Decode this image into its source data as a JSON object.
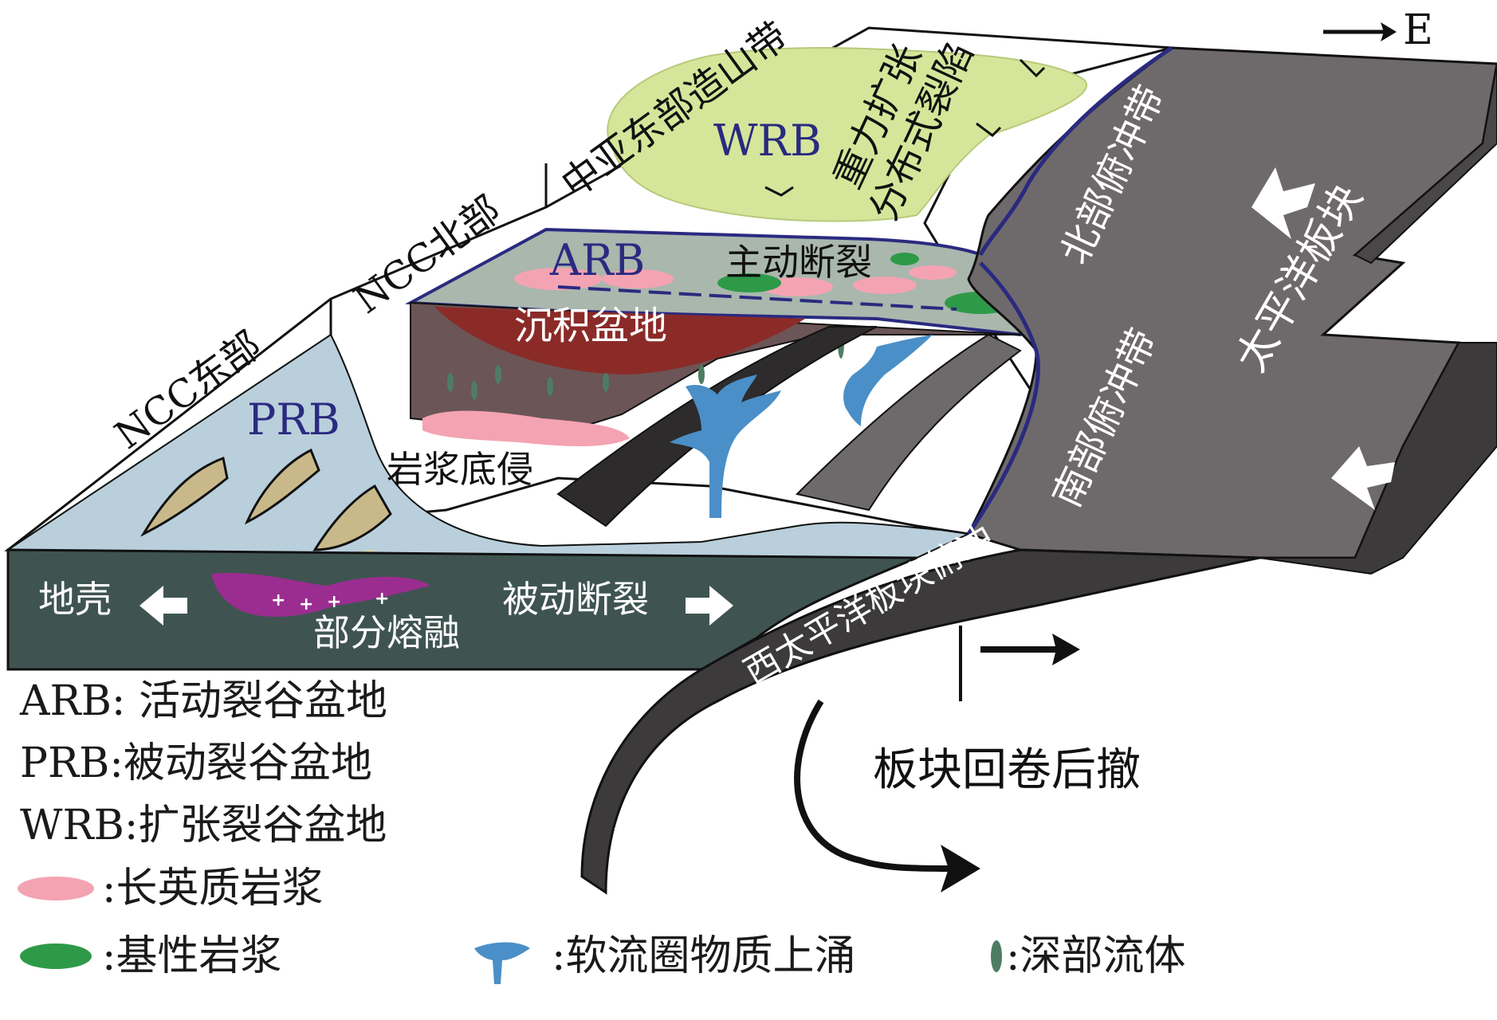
{
  "compass": {
    "label": "E"
  },
  "regions": {
    "central_asia_orogen": "中亚东部造山带",
    "ncc_north": "NCC北部",
    "ncc_east": "NCC东部"
  },
  "basins": {
    "wrb": "WRB",
    "arb": "ARB",
    "prb": "PRB"
  },
  "labels": {
    "gravity_extension": "重力扩张",
    "distributed_rift": "分布式裂陷",
    "active_fault": "主动断裂",
    "sedimentary_basin": "沉积盆地",
    "magma_underplating": "岩浆底侵",
    "crust": "地壳",
    "passive_fault": "被动断裂",
    "partial_melting": "部分熔融",
    "north_subduction_belt": "北部俯冲带",
    "south_subduction_belt": "南部俯冲带",
    "pacific_plate": "太平洋板块",
    "west_pacific_subduction": "西太平洋板块俯冲",
    "slab_rollback": "板块回卷后撤"
  },
  "legend": {
    "arb": "ARB: 活动裂谷盆地",
    "prb": "PRB:被动裂谷盆地",
    "wrb": "WRB:扩张裂谷盆地",
    "felsic_magma": ":长英质岩浆",
    "mafic_magma": ":基性岩浆",
    "asthenosphere_upwelling": ":软流圈物质上涌",
    "deep_fluid": ":深部流体"
  },
  "colors": {
    "felsic_magma": "#f4a3b2",
    "mafic_magma": "#2e9a48",
    "asthenosphere": "#4a8fc7",
    "deep_fluid": "#4e7c63",
    "wrb_fill": "#d5e69a",
    "basin_red": "#8b2b28",
    "crust_dark": "#3f5450",
    "plate_gray": "#6e6a6c",
    "partial_melt": "#9a2d8f",
    "subduction_line": "#2a2a80"
  }
}
